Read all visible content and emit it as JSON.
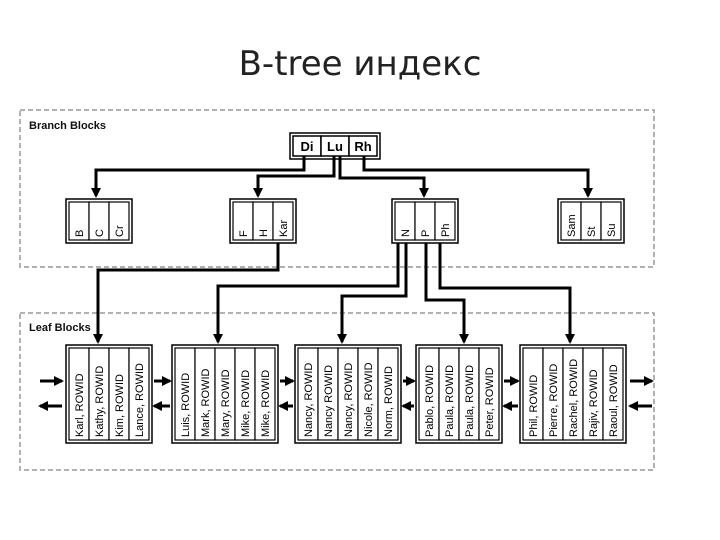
{
  "title": "B-tree индекс",
  "branch_region_label": "Branch Blocks",
  "leaf_region_label": "Leaf Blocks",
  "root_keys": [
    "Di",
    "Lu",
    "Rh"
  ],
  "branch_blocks": [
    {
      "keys": [
        "B",
        "C",
        "Cr"
      ]
    },
    {
      "keys": [
        "F",
        "H",
        "Kar"
      ]
    },
    {
      "keys": [
        "N",
        "P",
        "Ph"
      ]
    },
    {
      "keys": [
        "Sam",
        "St",
        "Su"
      ]
    }
  ],
  "leaf_blocks": [
    {
      "entries": [
        "Karl, ROWID",
        "Kathy, ROWID",
        "Kim, ROWID",
        "Lance, ROWID"
      ]
    },
    {
      "entries": [
        "Luis, ROWID",
        "Mark, ROWID",
        "Mary, ROWID",
        "Mike, ROWID",
        "Mike, ROWID"
      ]
    },
    {
      "entries": [
        "Nancy, ROWID",
        "Nancy ROWID",
        "Nancy, ROWID",
        "Nicole, ROWID",
        "Norm, ROWID"
      ]
    },
    {
      "entries": [
        "Pablo, ROWID",
        "Paula, ROWID",
        "Paula, ROWID",
        "Peter, ROWID"
      ]
    },
    {
      "entries": [
        "Phil, ROWID",
        "Pierre, ROWID",
        "Rachel, ROWID",
        "Rajiv, ROWID",
        "Raoul, ROWID"
      ]
    }
  ]
}
